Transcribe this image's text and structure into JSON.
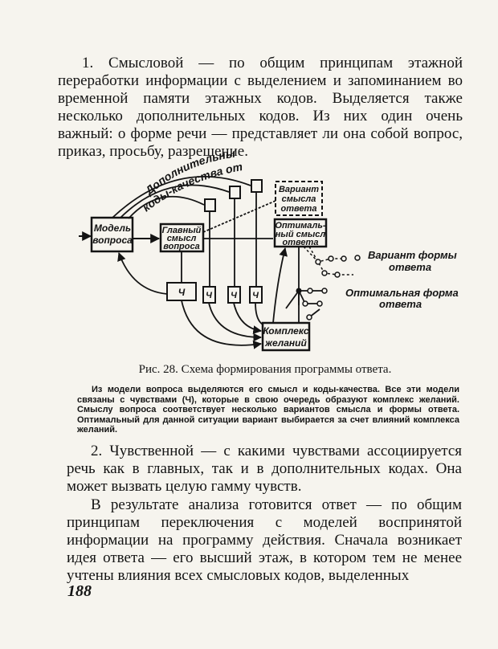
{
  "text": {
    "paragraph_1": "1. Смысловой — по общим принципам этажной переработки информации с выделением и запоминанием во временной памяти этажных кодов. Выделяется также несколько дополнительных кодов. Из них один очень важный: о форме речи — представляет ли она собой вопрос, приказ, просьбу, разрешение.",
    "paragraph_2": "2. Чувственной — с какими чувствами ассоциируется речь как в главных, так и в дополнительных кодах. Она может вызвать целую гамму чувств.",
    "paragraph_3": "В результате анализа готовится ответ — по общим принципам переключения с моделей воспринятой информации на программу действия. Сначала возникает идея ответа — его высший этаж, в котором тем не менее учтены влияния всех смысловых кодов, выделенных",
    "page_number": "188"
  },
  "figure": {
    "caption": "Рис. 28. Схема формирования программы ответа.",
    "note": "Из модели вопроса выделяются его смысл и коды-качества. Все эти модели связаны с чувствами (Ч), которые в свою очередь образуют комплекс желаний. Смыслу вопроса соответствует несколько вариантов смысла и формы ответа. Оптимальный для данной ситуации вариант выбирается за счет влияний комплекса желаний.",
    "labels": {
      "additional_codes_1": "Дополнительные",
      "additional_codes_2": "коды-качества ответа",
      "model_1": "Модель",
      "model_2": "вопроса",
      "main_1": "Главный",
      "main_2": "смысл",
      "main_3": "вопроса",
      "variant_meaning_1": "Вариант",
      "variant_meaning_2": "смысла",
      "variant_meaning_3": "ответа",
      "optimal_meaning_1": "Оптималь-",
      "optimal_meaning_2": "ный смысл",
      "optimal_meaning_3": "ответа",
      "feeling": "Ч",
      "desires_1": "Комплекс",
      "desires_2": "желаний",
      "variant_form_1": "Вариант формы",
      "variant_form_2": "ответа",
      "optimal_form_1": "Оптимальная форма",
      "optimal_form_2": "ответа"
    }
  }
}
